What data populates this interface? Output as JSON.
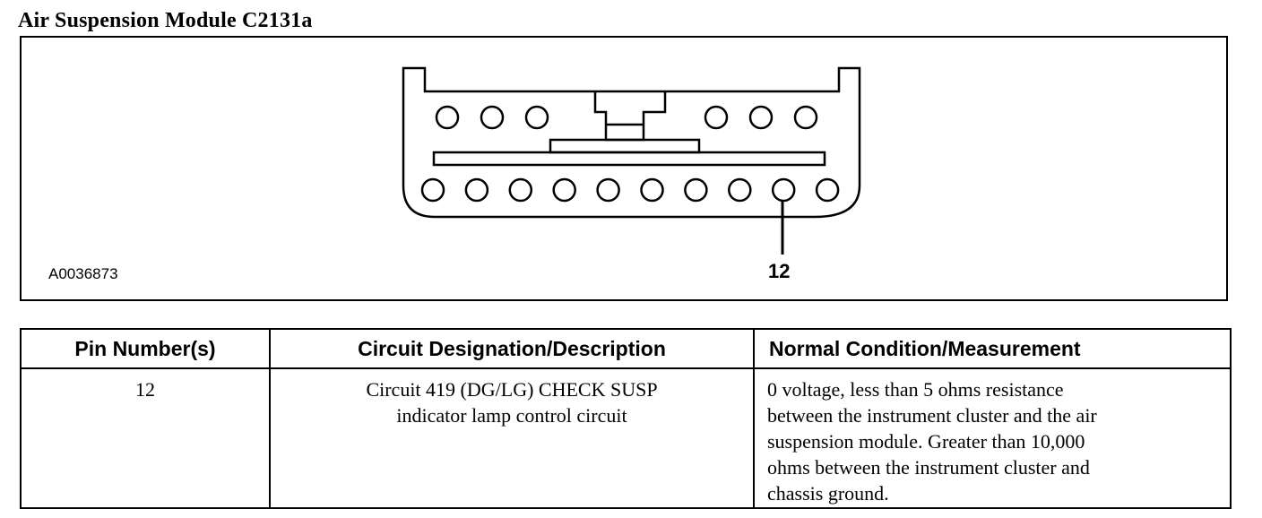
{
  "title": "Air Suspension Module C2131a",
  "figure": {
    "id": "A0036873",
    "pin_label": "12",
    "top_row_left_pins": 3,
    "top_row_right_pins": 3,
    "bottom_row_pins": 10,
    "highlighted_pin_index": 8
  },
  "table": {
    "headers": [
      "Pin Number(s)",
      "Circuit Designation/Description",
      "Normal Condition/Measurement"
    ],
    "rows": [
      {
        "pin": "12",
        "circuit_line1": "Circuit 419 (DG/LG) CHECK SUSP",
        "circuit_line2": "indicator lamp control circuit",
        "measurement_lines": [
          "0 voltage, less than 5 ohms resistance",
          "between the instrument cluster and the air",
          "suspension module. Greater than 10,000",
          "ohms between the instrument cluster and",
          "chassis ground."
        ]
      }
    ]
  }
}
